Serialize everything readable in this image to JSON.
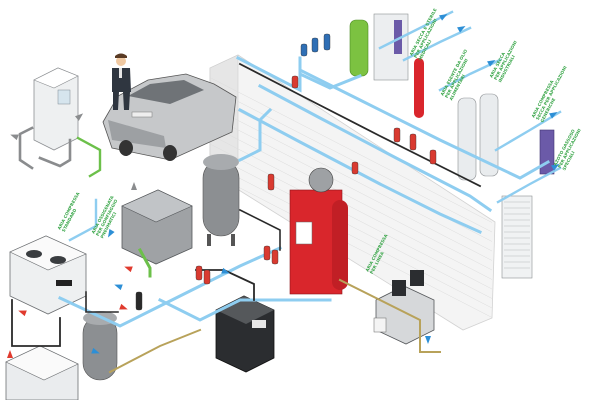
{
  "colors": {
    "pipe_blue": "#8ecdf0",
    "pipe_dark": "#2a2a2a",
    "pipe_grey": "#8a8c8e",
    "pipe_green": "#6cc04a",
    "pipe_yellow": "#b8a25a",
    "label_green": "#3aa64a",
    "arrow_blue": "#2d8fd6",
    "arrow_red": "#e03a2e",
    "equipment_red": "#d9262c",
    "filter_red": "#d93a30",
    "filter_blue": "#2f6fb5",
    "wall_light": "#f2f2f2",
    "wall_line": "#cfcfcf"
  },
  "labels": {
    "top_right_1": "ARIA SECCA E STERILE\nPER APPLICAZIONI\nMEDICALI",
    "top_right_2": "ARIA ESENTE DA OLIO\nPER APPLICAZIONI\nALIMENTARI",
    "top_right_3": "ARIA SECCA\nPER APPLICAZIONI\nINDUSTRIALI",
    "mid_right_1": "ARIA COMPRESSA\nSECCA PER APPLICAZIONI\nGENERICHE",
    "mid_right_2": "AZOTO GASSOSO\nPER APPLICAZIONI\nSPECIALI",
    "left_vertical": "ARIA COMPRESSA\nSTANDARD",
    "left_low": "ARIA OSSIGENATA\nPER GONFIAGGIO\nPNEUMATICI",
    "center_low": "ARIA COMPRESSA\nPER LINEA"
  }
}
